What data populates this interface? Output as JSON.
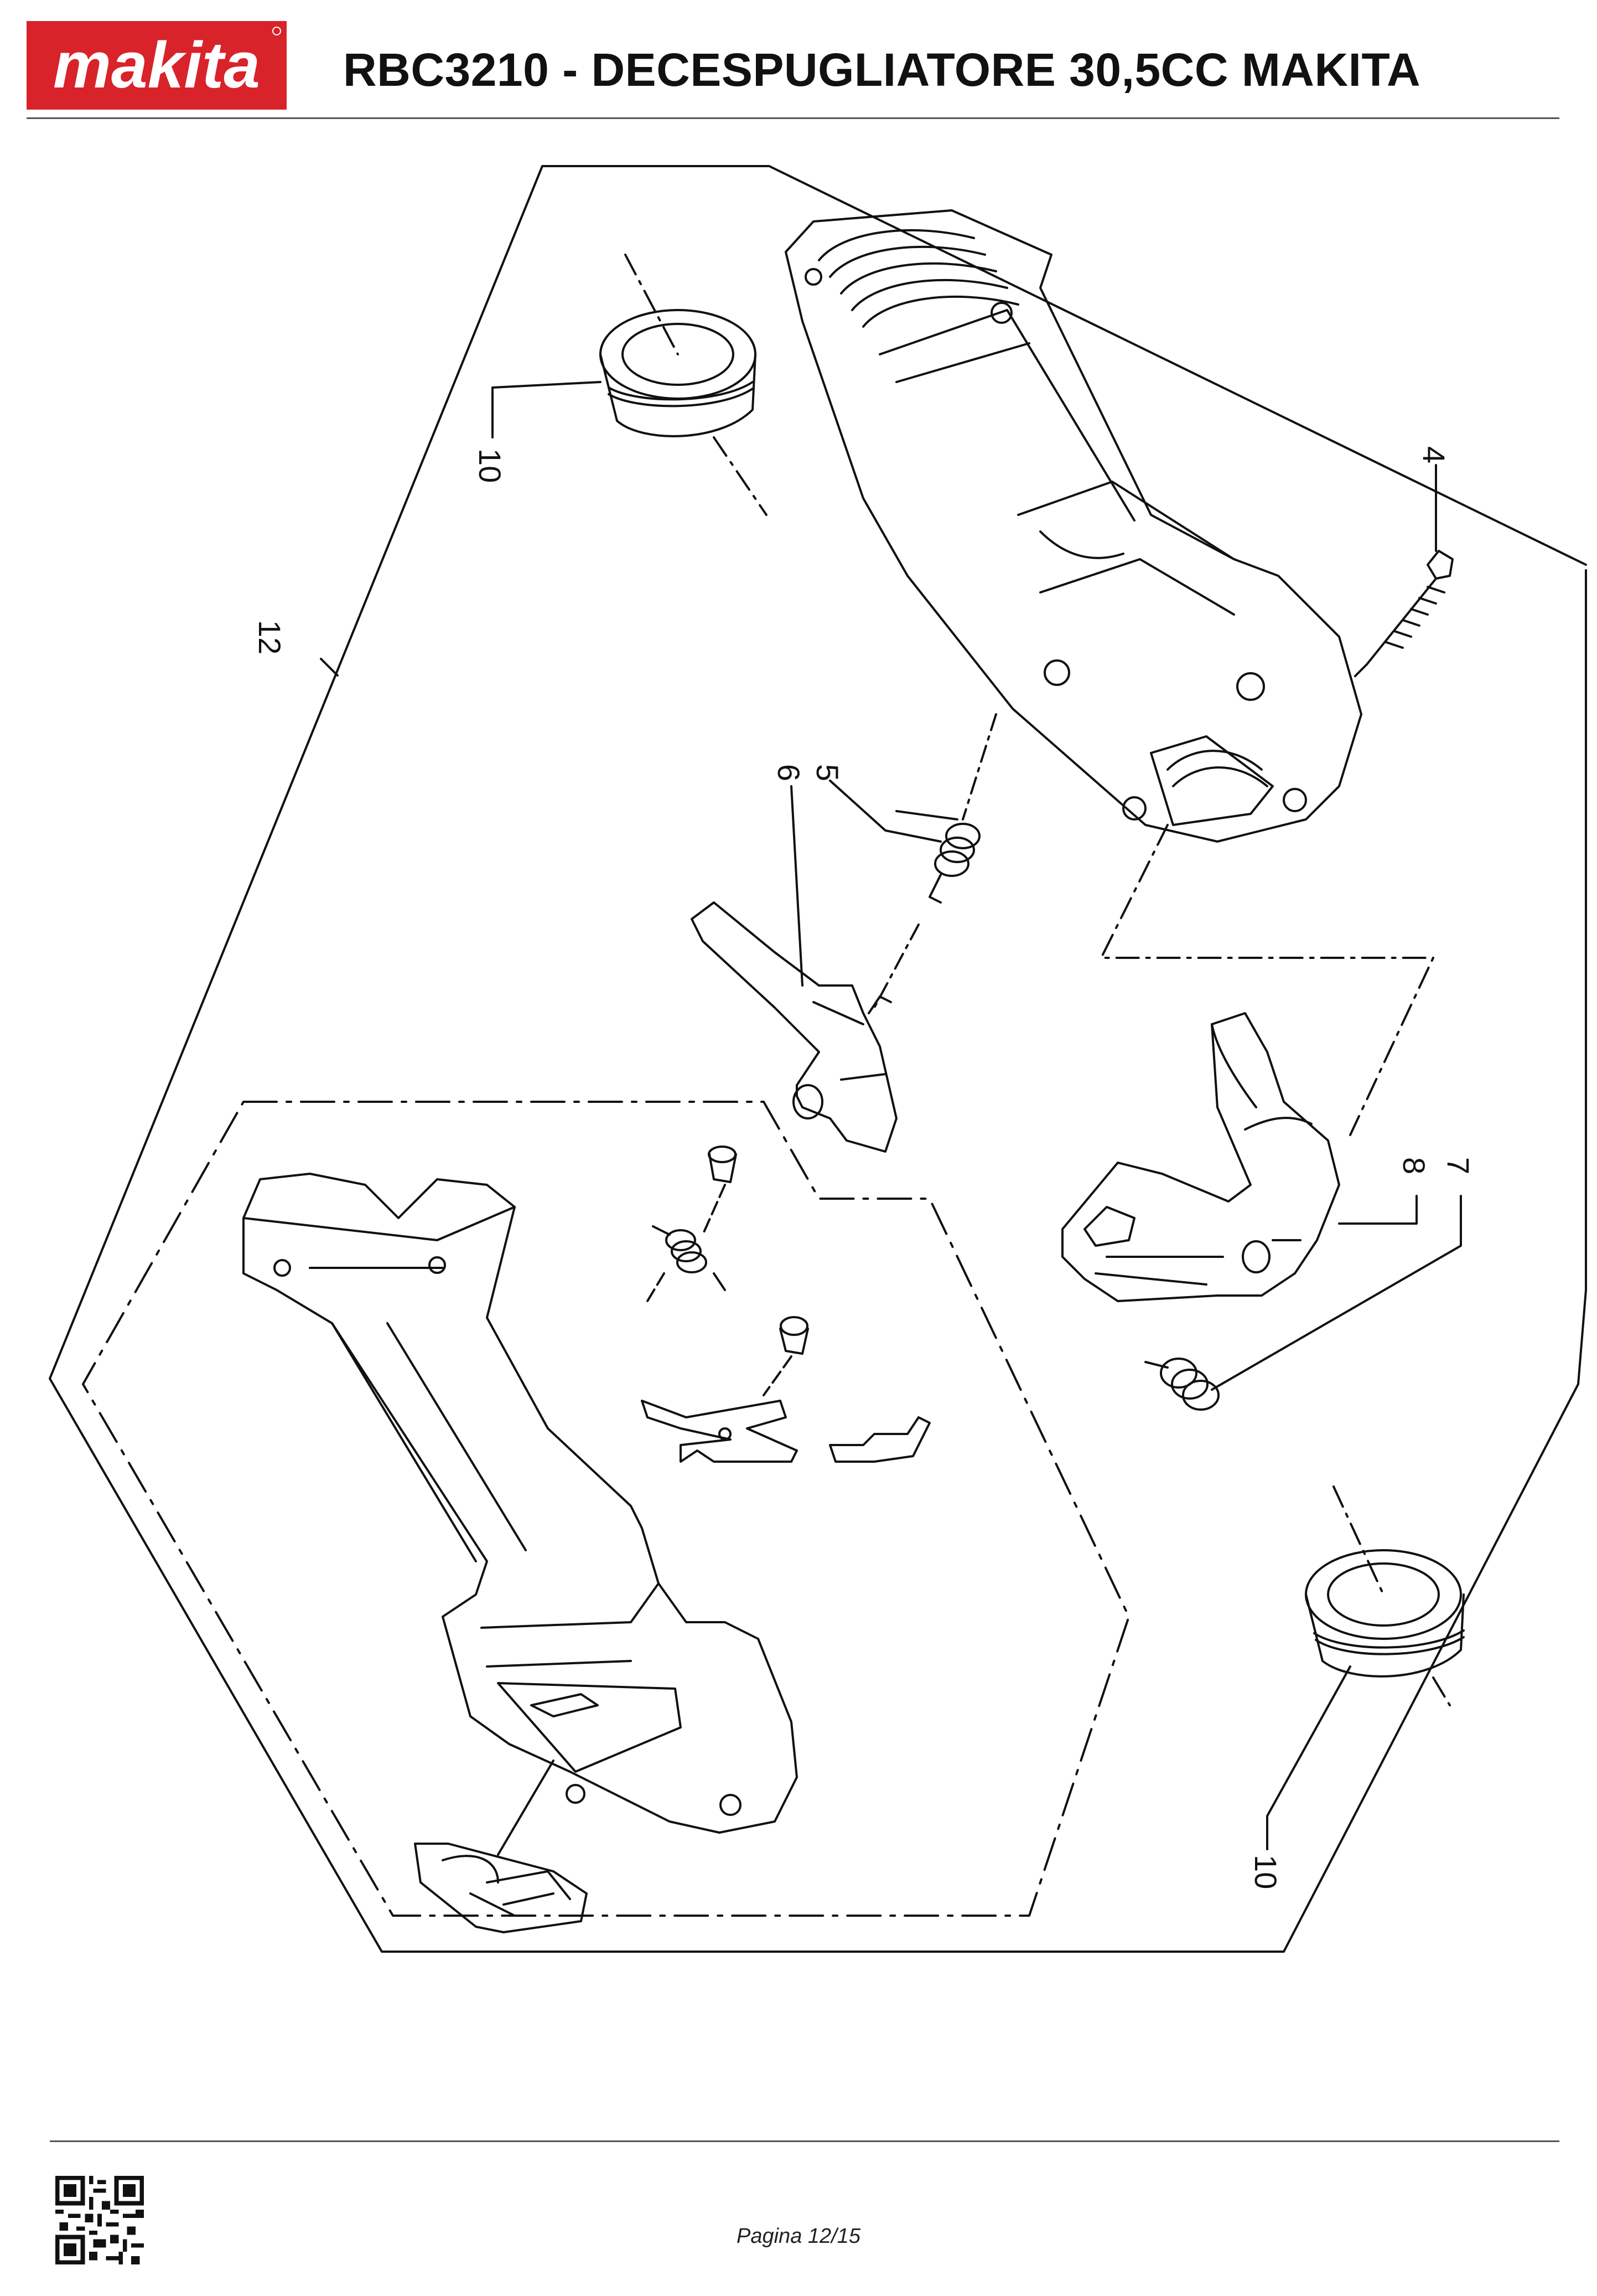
{
  "header": {
    "logo_text": "makita",
    "title": "RBC3210 - DECESPUGLIATORE 30,5CC MAKITA"
  },
  "diagram": {
    "callouts": [
      {
        "id": "c10a",
        "label": "10"
      },
      {
        "id": "c12",
        "label": "12"
      },
      {
        "id": "c4",
        "label": "4"
      },
      {
        "id": "c5",
        "label": "5"
      },
      {
        "id": "c6",
        "label": "6"
      },
      {
        "id": "c7",
        "label": "7"
      },
      {
        "id": "c8",
        "label": "8"
      },
      {
        "id": "c10b",
        "label": "10"
      }
    ]
  },
  "footer": {
    "page": "Pagina 12/15"
  },
  "colors": {
    "brand_red": "#d8232a",
    "line": "#111111"
  }
}
